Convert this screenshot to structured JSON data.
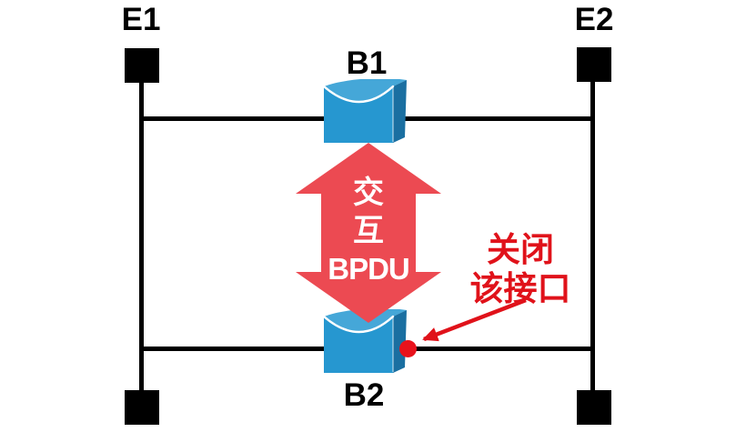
{
  "diagram": {
    "endpoints": {
      "e1": {
        "label": "E1"
      },
      "e2": {
        "label": "E2"
      }
    },
    "bridges": {
      "b1": {
        "label": "B1"
      },
      "b2": {
        "label": "B2"
      }
    },
    "bpdu_arrow": {
      "line1": "交",
      "line2": "互",
      "line3": "BPDU"
    },
    "annotation": {
      "line1": "关闭",
      "line2": "该接口"
    },
    "colors": {
      "background": "#ffffff",
      "link": "#000000",
      "endpoint_node": "#000000",
      "bridge_front": "#2697d0",
      "bridge_top": "#45a7d8",
      "bridge_side": "#1a6fa1",
      "bpdu_arrow_fill": "#ec4a52",
      "bpdu_arrow_text": "#ffffff",
      "annotation_red": "#e0121a",
      "blocked_port_dot": "#e8121c"
    }
  }
}
